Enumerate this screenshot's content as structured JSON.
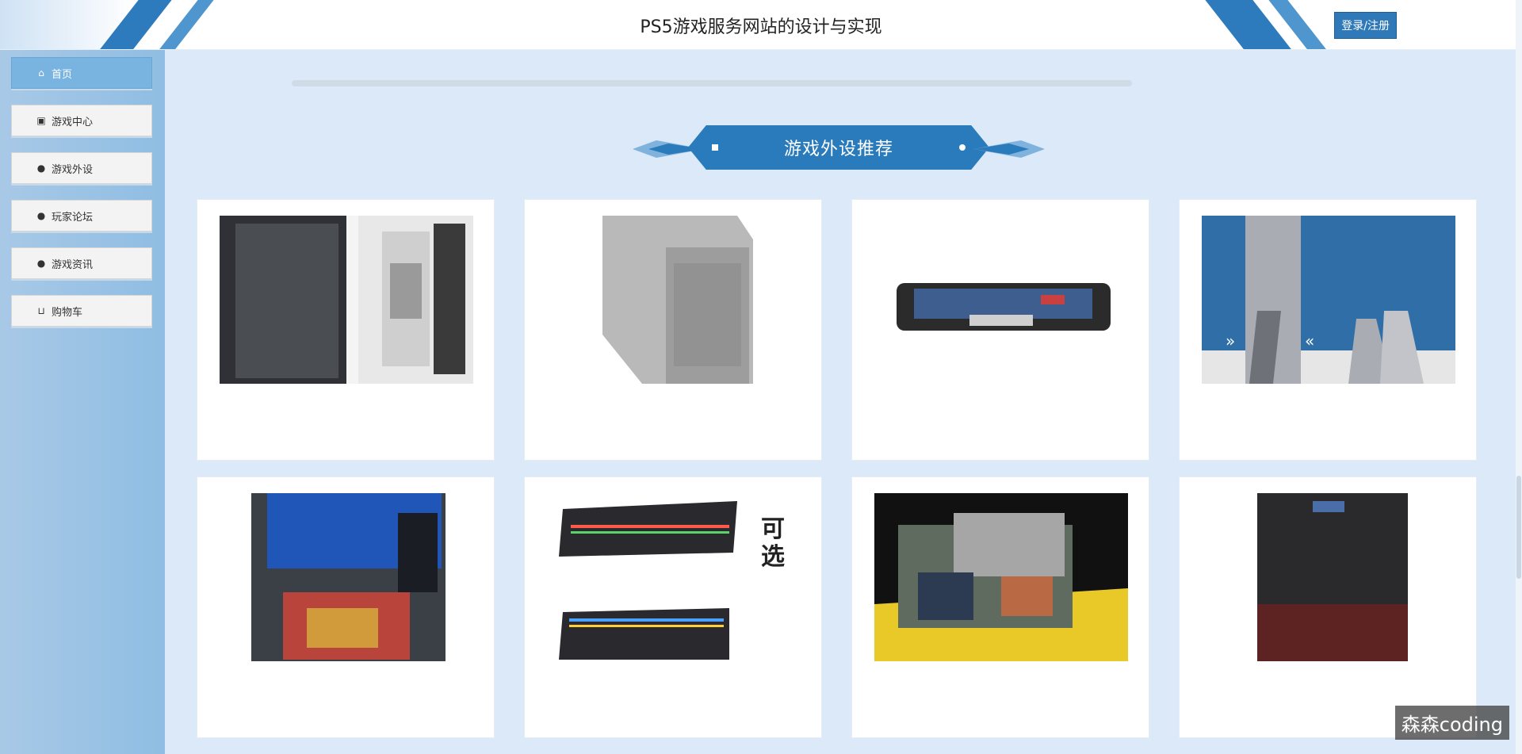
{
  "header": {
    "title": "PS5游戏服务网站的设计与实现",
    "login_label": "登录/注册"
  },
  "sidebar": {
    "items": [
      {
        "label": "首页",
        "icon": "home-icon",
        "glyph": "⌂"
      },
      {
        "label": "游戏中心",
        "icon": "bag-icon",
        "glyph": "▣"
      },
      {
        "label": "游戏外设",
        "icon": "info-icon",
        "glyph": "●"
      },
      {
        "label": "玩家论坛",
        "icon": "question-icon",
        "glyph": "●"
      },
      {
        "label": "游戏资讯",
        "icon": "info-icon",
        "glyph": "●"
      },
      {
        "label": "购物车",
        "icon": "cart-icon",
        "glyph": "⊔"
      }
    ]
  },
  "section": {
    "title": "游戏外设推荐"
  },
  "products": [
    {
      "name": "",
      "price": ""
    },
    {
      "name": "",
      "price": ""
    },
    {
      "name": "",
      "price": ""
    },
    {
      "name": "",
      "price": ""
    },
    {
      "name": "",
      "price": ""
    },
    {
      "name": "",
      "price": ""
    },
    {
      "name": "",
      "price": ""
    },
    {
      "name": "",
      "price": ""
    }
  ],
  "watermark": "森森coding",
  "colors": {
    "accent": "#2a7bbb",
    "sidebar": "#8fbde3",
    "active_nav": "#79b3e0",
    "page_bg": "#dbe9f8"
  }
}
